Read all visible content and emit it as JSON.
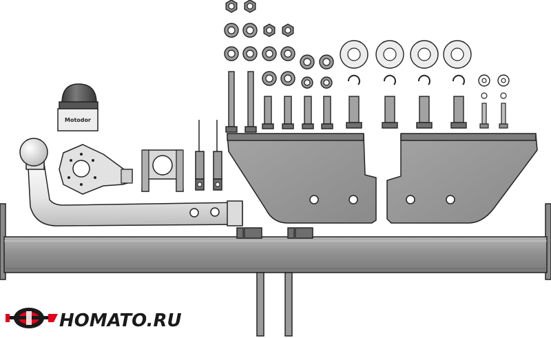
{
  "logo": {
    "brand": "Homato.ru",
    "text": "HOMATO.RU",
    "accent": "#e2001a",
    "dark": "#1a1a1a"
  },
  "cap_brand": "Motodor",
  "colors": {
    "metal": "#9a9a9a",
    "metal_dark": "#6e6e6e",
    "metal_light": "#c8c8c8",
    "outline": "#222222",
    "chrome": "#ececec",
    "cap": "#5a5a5a"
  },
  "icons": [
    "tow-ball-icon",
    "socket-plate-icon",
    "socket-cap-icon",
    "bracket-icon",
    "bolt-icon",
    "nut-icon",
    "washer-icon",
    "circlip-icon",
    "mounting-plate-icon",
    "crossbar-icon"
  ]
}
